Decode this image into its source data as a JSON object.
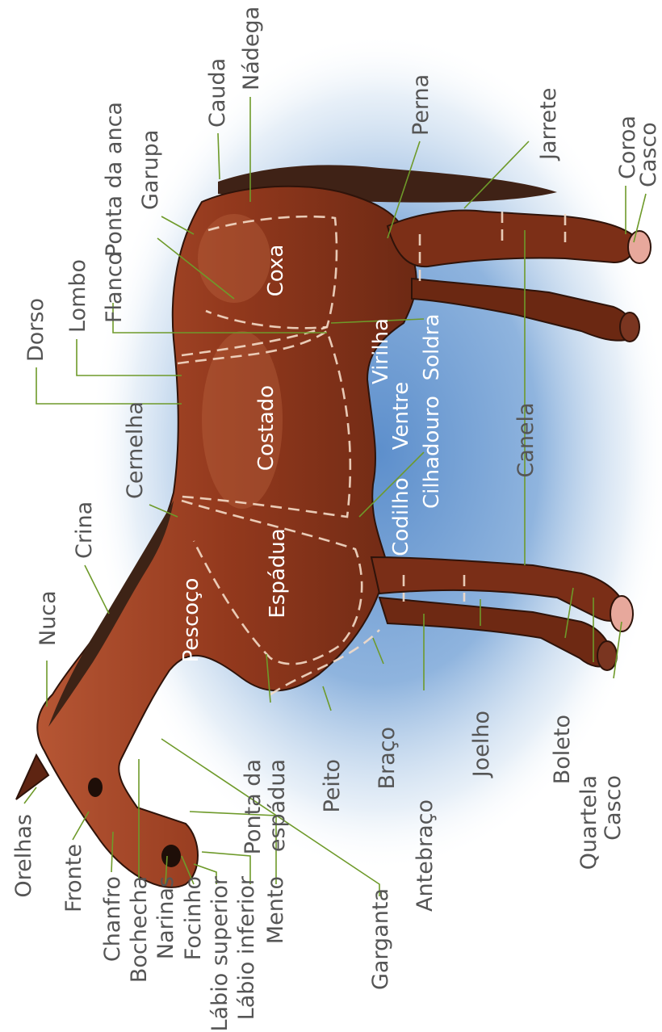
{
  "labels_outside": [
    {
      "key": "orelhas",
      "text": "Orelhas"
    },
    {
      "key": "fronte",
      "text": "Fronte"
    },
    {
      "key": "chanfro",
      "text": "Chanfro"
    },
    {
      "key": "bochecha",
      "text": "Bochecha"
    },
    {
      "key": "narinas",
      "text": "Narinas"
    },
    {
      "key": "focinho",
      "text": "Focinho"
    },
    {
      "key": "labio_superior",
      "text": "Lábio superior"
    },
    {
      "key": "labio_inferior",
      "text": "Lábio inferior"
    },
    {
      "key": "mento",
      "text": "Mento"
    },
    {
      "key": "garganta",
      "text": "Garganta"
    },
    {
      "key": "nuca",
      "text": "Nuca"
    },
    {
      "key": "crina",
      "text": "Crina"
    },
    {
      "key": "cernelha",
      "text": "Cernelha"
    },
    {
      "key": "dorso",
      "text": "Dorso"
    },
    {
      "key": "lombo",
      "text": "Lombo"
    },
    {
      "key": "flanco",
      "text": "Flanco"
    },
    {
      "key": "ponta_da_anca",
      "text": "Ponta da anca"
    },
    {
      "key": "garupa",
      "text": "Garupa"
    },
    {
      "key": "cauda",
      "text": "Cauda"
    },
    {
      "key": "nadega",
      "text": "Nádega"
    },
    {
      "key": "perna",
      "text": "Perna"
    },
    {
      "key": "jarrete",
      "text": "Jarrete"
    },
    {
      "key": "coroa",
      "text": "Coroa"
    },
    {
      "key": "casco_traseiro",
      "text": "Casco"
    },
    {
      "key": "canela",
      "text": "Canela"
    },
    {
      "key": "soldra",
      "text": "Soldra"
    },
    {
      "key": "cilhadouro",
      "text": "Cilhadouro"
    },
    {
      "key": "ponta_da",
      "text": "Ponta da"
    },
    {
      "key": "espadua_lbl",
      "text": "espádua"
    },
    {
      "key": "peito",
      "text": "Peito"
    },
    {
      "key": "braco",
      "text": "Braço"
    },
    {
      "key": "antebraco",
      "text": "Antebraço"
    },
    {
      "key": "joelho",
      "text": "Joelho"
    },
    {
      "key": "boleto",
      "text": "Boleto"
    },
    {
      "key": "quartela",
      "text": "Quartela"
    },
    {
      "key": "casco_dianteiro",
      "text": "Casco"
    }
  ],
  "labels_inside": [
    {
      "key": "pescoco",
      "text": "Pescoço"
    },
    {
      "key": "espadua",
      "text": "Espádua"
    },
    {
      "key": "costado",
      "text": "Costado"
    },
    {
      "key": "coxa",
      "text": "Coxa"
    },
    {
      "key": "virilha",
      "text": "Virilha"
    },
    {
      "key": "ventre",
      "text": "Ventre"
    },
    {
      "key": "codilho",
      "text": "Codilho"
    }
  ],
  "colors": {
    "coat": "#8f3a1e",
    "coat_dark": "#5e2412",
    "mane": "#3d2316",
    "hoof": "#e7a89c",
    "sky": "#7fa9d8",
    "leader": "#6e9a2a",
    "label": "#555555"
  }
}
